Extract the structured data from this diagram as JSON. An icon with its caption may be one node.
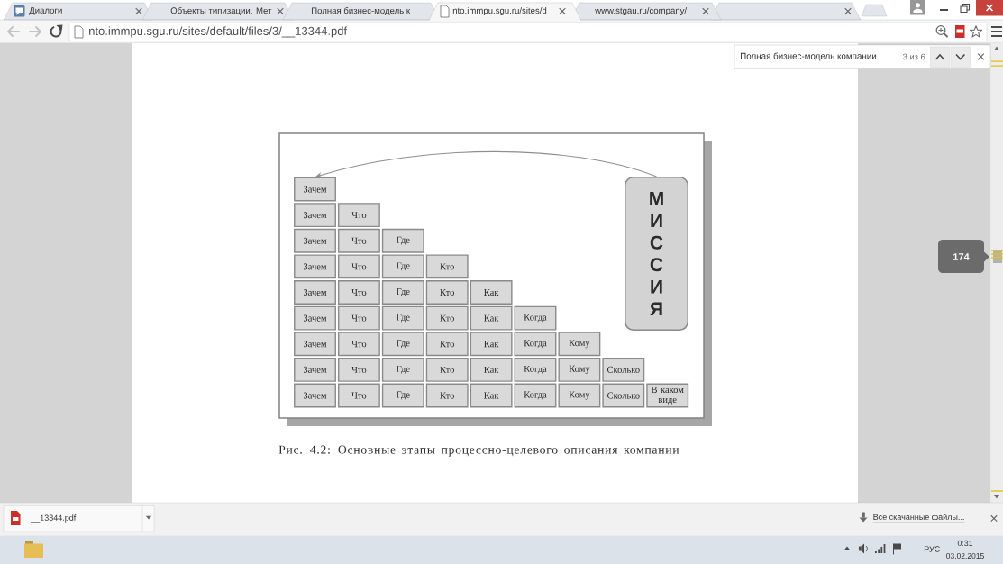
{
  "diagram": {
    "caption": "Рис. 4.2: Основные этапы процессно-целевого описания компании",
    "nodes": [
      {
        "text": [
          "Зачем"
        ]
      },
      {
        "text": [
          "Зачем"
        ]
      },
      {
        "text": [
          "Что"
        ]
      },
      {
        "text": [
          "Зачем"
        ]
      },
      {
        "text": [
          "Что"
        ]
      },
      {
        "text": [
          "Где"
        ]
      },
      {
        "text": [
          "Зачем"
        ]
      },
      {
        "text": [
          "Что"
        ]
      },
      {
        "text": [
          "Где"
        ]
      },
      {
        "text": [
          "Кто"
        ]
      },
      {
        "text": [
          "Зачем"
        ]
      },
      {
        "text": [
          "Что"
        ]
      },
      {
        "text": [
          "Где"
        ]
      },
      {
        "text": [
          "Кто"
        ]
      },
      {
        "text": [
          "Как"
        ]
      },
      {
        "text": [
          "Зачем"
        ]
      },
      {
        "text": [
          "Что"
        ]
      },
      {
        "text": [
          "Где"
        ]
      },
      {
        "text": [
          "Кто"
        ]
      },
      {
        "text": [
          "Как"
        ]
      },
      {
        "text": [
          "Когда"
        ]
      },
      {
        "text": [
          "Зачем"
        ]
      },
      {
        "text": [
          "Что"
        ]
      },
      {
        "text": [
          "Где"
        ]
      },
      {
        "text": [
          "Кто"
        ]
      },
      {
        "text": [
          "Как"
        ]
      },
      {
        "text": [
          "Когда"
        ]
      },
      {
        "text": [
          "Кому"
        ]
      },
      {
        "text": [
          "Зачем"
        ]
      },
      {
        "text": [
          "Что"
        ]
      },
      {
        "text": [
          "Где"
        ]
      },
      {
        "text": [
          "Кто"
        ]
      },
      {
        "text": [
          "Как"
        ]
      },
      {
        "text": [
          "Когда"
        ]
      },
      {
        "text": [
          "Кому"
        ]
      },
      {
        "text": [
          "Сколько"
        ]
      },
      {
        "text": [
          "Зачем"
        ]
      },
      {
        "text": [
          "Что"
        ]
      },
      {
        "text": [
          "Где"
        ]
      },
      {
        "text": [
          "Кто"
        ]
      },
      {
        "text": [
          "Как"
        ]
      },
      {
        "text": [
          "Когда"
        ]
      },
      {
        "text": [
          "Кому"
        ]
      },
      {
        "text": [
          "Сколько"
        ]
      },
      {
        "text": [
          "В каком виде"
        ]
      },
      {
        "text": [
          "М И С С И Я"
        ]
      }
    ],
    "edges": [
      {
        "from": 45,
        "to": 0,
        "arrow": "to"
      }
    ],
    "labels": [
      "Диалоги",
      "Объекты типизации. Мет",
      "Полная бизнес-модель к",
      "nto.immpu.sgu.ru/sites/d",
      "www.stgau.ru/company/",
      "nto.immpu.sgu.ru/sites/default/files/3/__13344.pdf",
      "Полная бизнес-модель компании",
      "3 из 6",
      "174",
      "__13344.pdf",
      "Все скачанные файлы...",
      "РУС",
      "0:31",
      "03.02.2015"
    ]
  }
}
